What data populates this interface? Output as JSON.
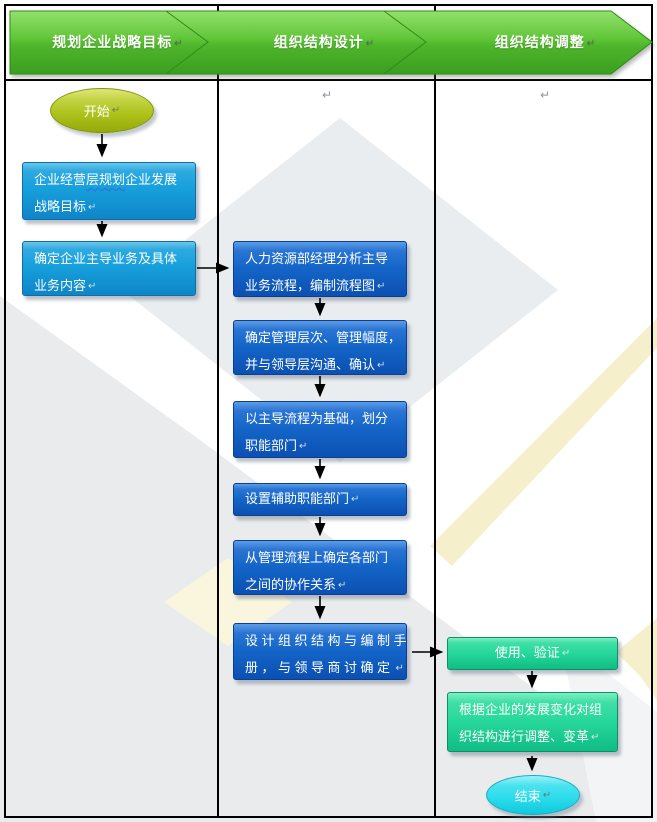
{
  "header": {
    "banners": [
      {
        "label": "规划企业战略目标"
      },
      {
        "label": "组织结构设计"
      },
      {
        "label": "组织结构调整"
      }
    ]
  },
  "marks": {
    "pilcrow": "↵"
  },
  "flowchart": {
    "start_label": "开始",
    "end_label": "结束",
    "lane1_steps": [
      {
        "line1_pre": "企业经营",
        "line1_wavy": "层规划",
        "line1_post": "企业发展",
        "line2": "战略目标"
      },
      {
        "line1": "确定企业主导业务及具体",
        "line2": "业务内容"
      }
    ],
    "lane2_steps": [
      {
        "line1": "人力资源部经理分析主导",
        "line2": "业务流程，编制流程图"
      },
      {
        "line1": "确定管理层次、管理幅度，",
        "line2": "并与领导层沟通、确认"
      },
      {
        "line1": "以主导流程为基础，划分",
        "line2": "职能部门"
      },
      {
        "line1": "设置辅助职能部门"
      },
      {
        "line1": "从管理流程上确定各部门",
        "line2": "之间的协作关系"
      },
      {
        "line1": "设计组织结构与编制手",
        "line2": "册，与领导商讨确定"
      }
    ],
    "lane3_steps": [
      {
        "line1": "使用、验证"
      },
      {
        "line1": "根据企业的发展变化对组",
        "line2": "织结构进行调整、变革"
      }
    ]
  },
  "colors": {
    "banner_green": "#57BC31",
    "lane1_box_blue": "#17A0DC",
    "lane2_box_blue": "#1465C8",
    "lane3_box_green": "#27D89C",
    "start_terminator_olive": "#AFC41E",
    "end_terminator_cyan": "#2FDDEC",
    "watermark_gray": "#EAEDEF",
    "watermark_yellow": "#F5F0CB"
  }
}
